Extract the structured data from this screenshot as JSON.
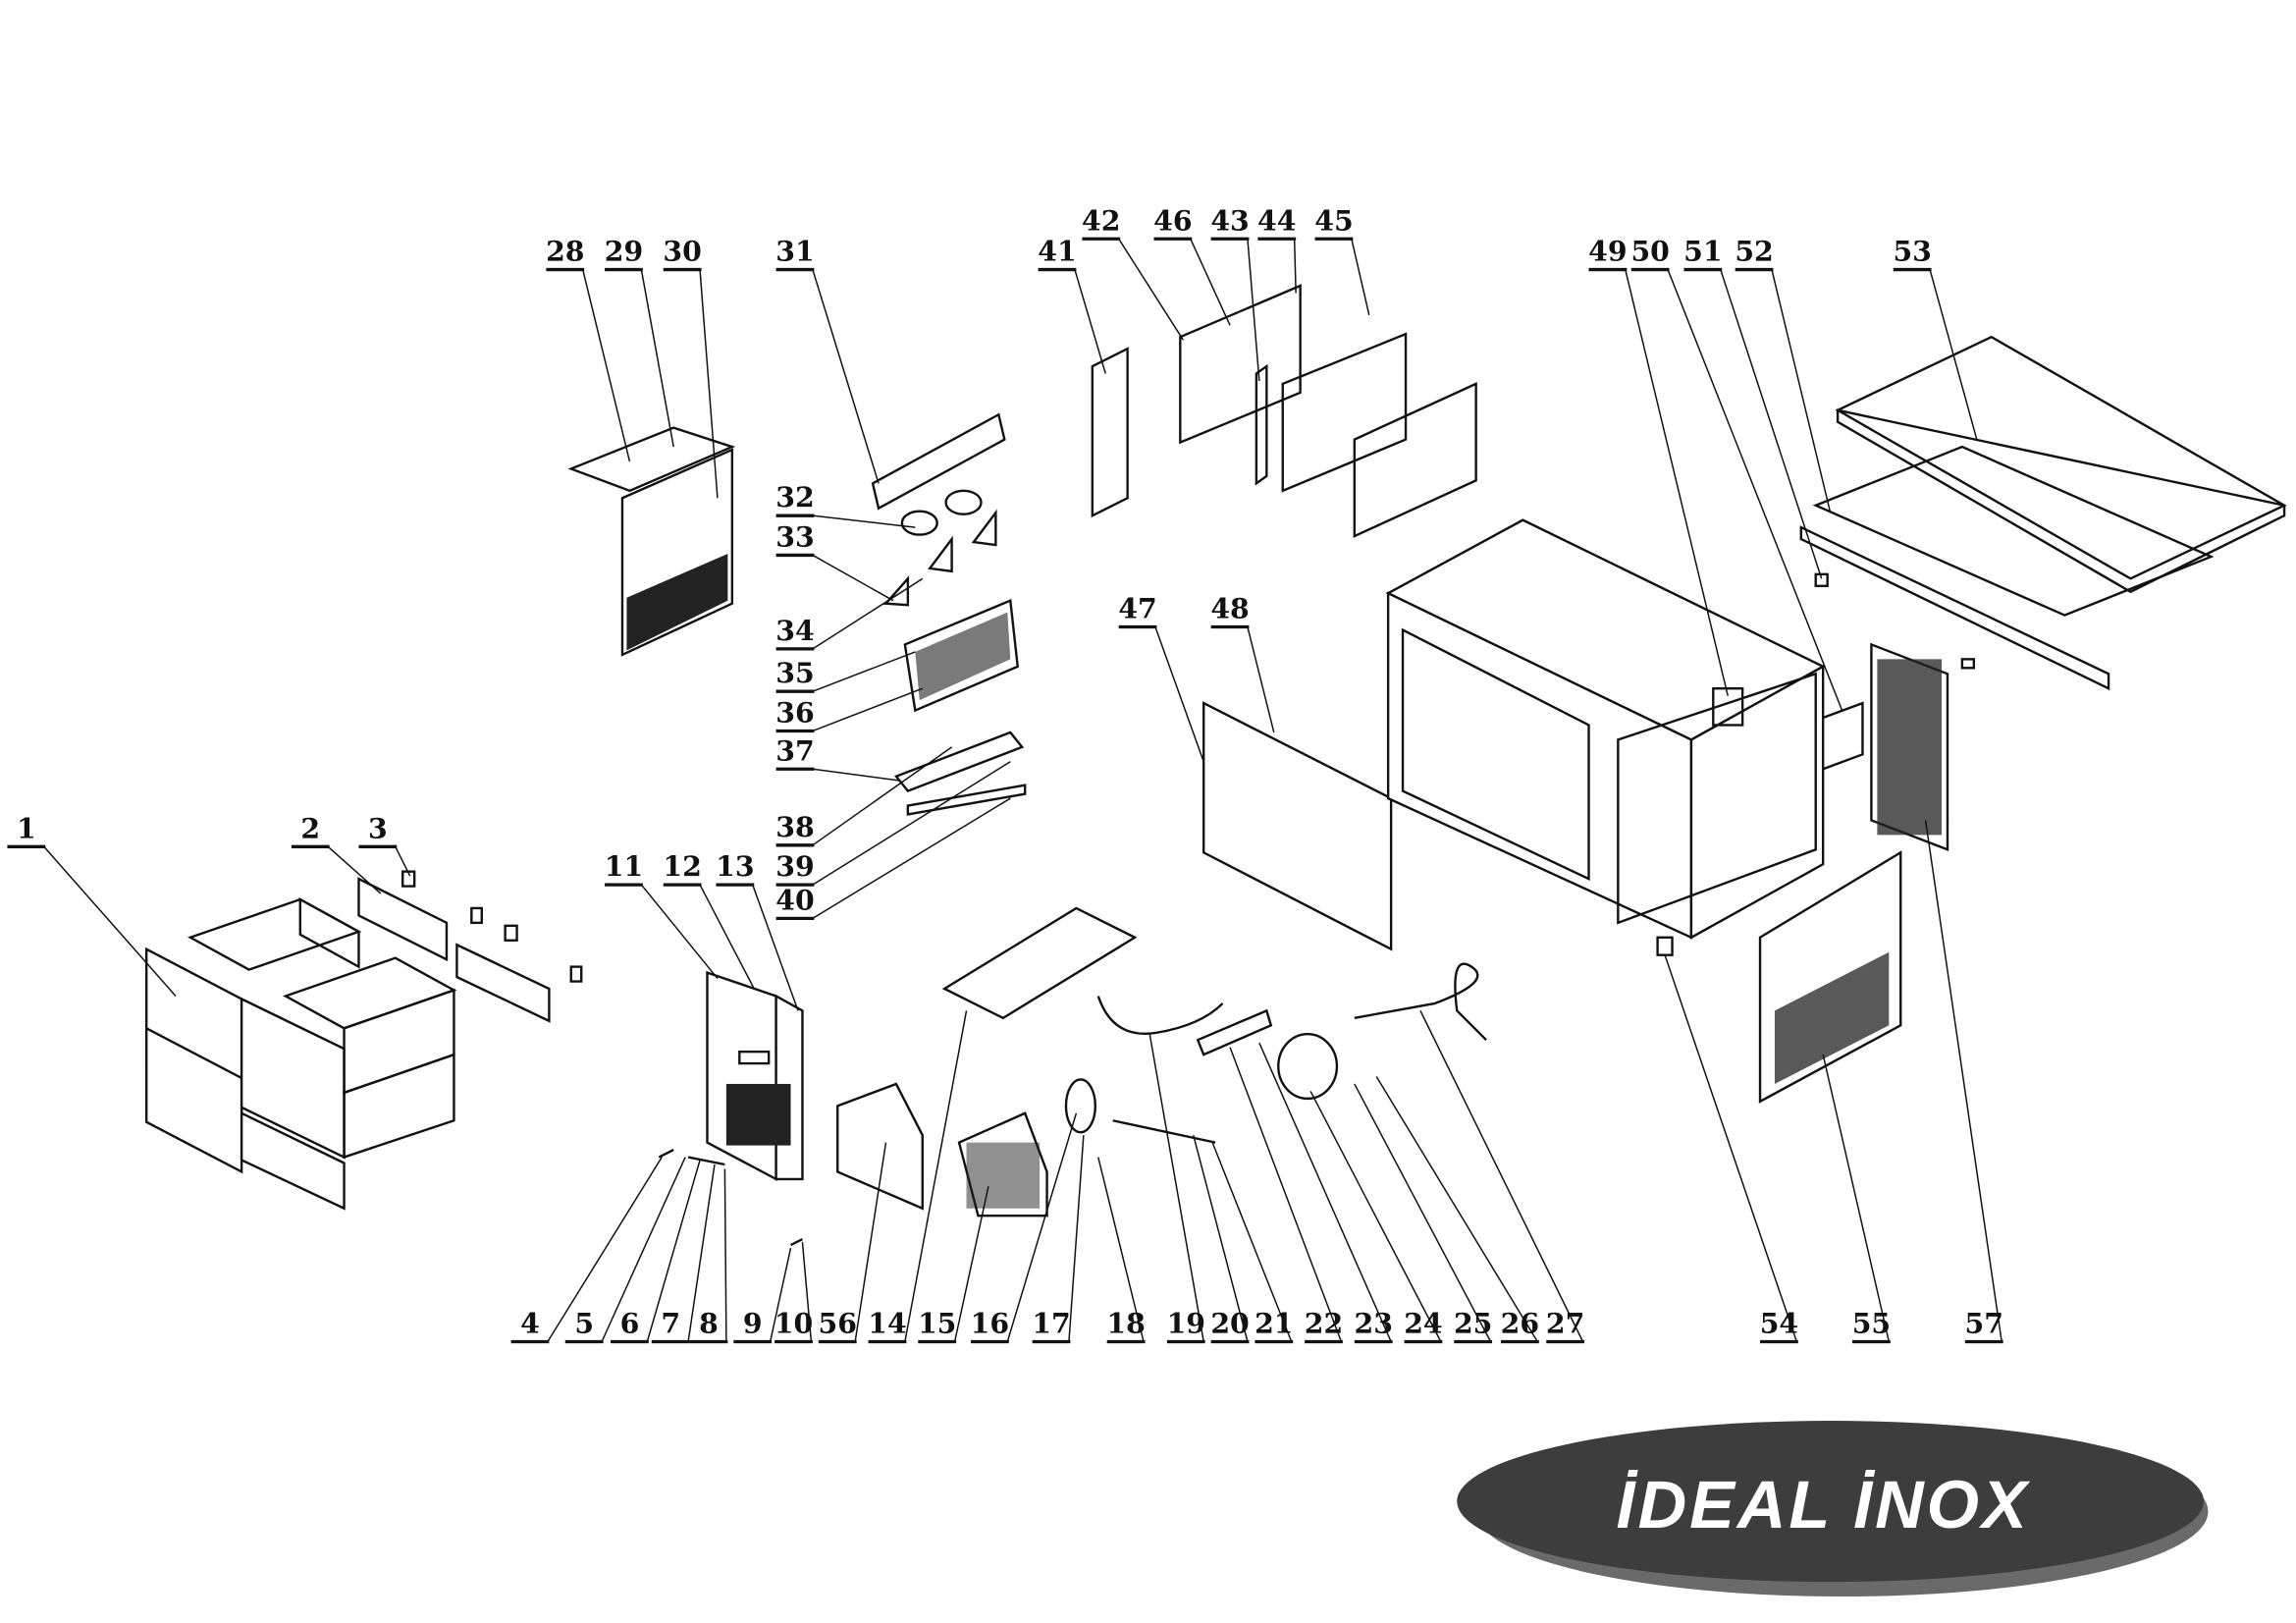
{
  "diagram": {
    "type": "exploded-parts-diagram",
    "part_labels": [
      "1",
      "2",
      "3",
      "4",
      "5",
      "6",
      "7",
      "8",
      "9",
      "10",
      "11",
      "12",
      "13",
      "14",
      "15",
      "16",
      "17",
      "18",
      "19",
      "20",
      "21",
      "22",
      "23",
      "24",
      "25",
      "26",
      "27",
      "28",
      "29",
      "30",
      "31",
      "32",
      "33",
      "34",
      "35",
      "36",
      "37",
      "38",
      "39",
      "40",
      "41",
      "42",
      "43",
      "44",
      "45",
      "46",
      "47",
      "48",
      "49",
      "50",
      "51",
      "52",
      "53",
      "54",
      "55",
      "56",
      "57"
    ]
  },
  "logo": {
    "text": "İDEAL İNOX",
    "bg_color": "#3d3d3d",
    "shadow_color": "#6a6a6a",
    "text_color": "#ffffff"
  }
}
